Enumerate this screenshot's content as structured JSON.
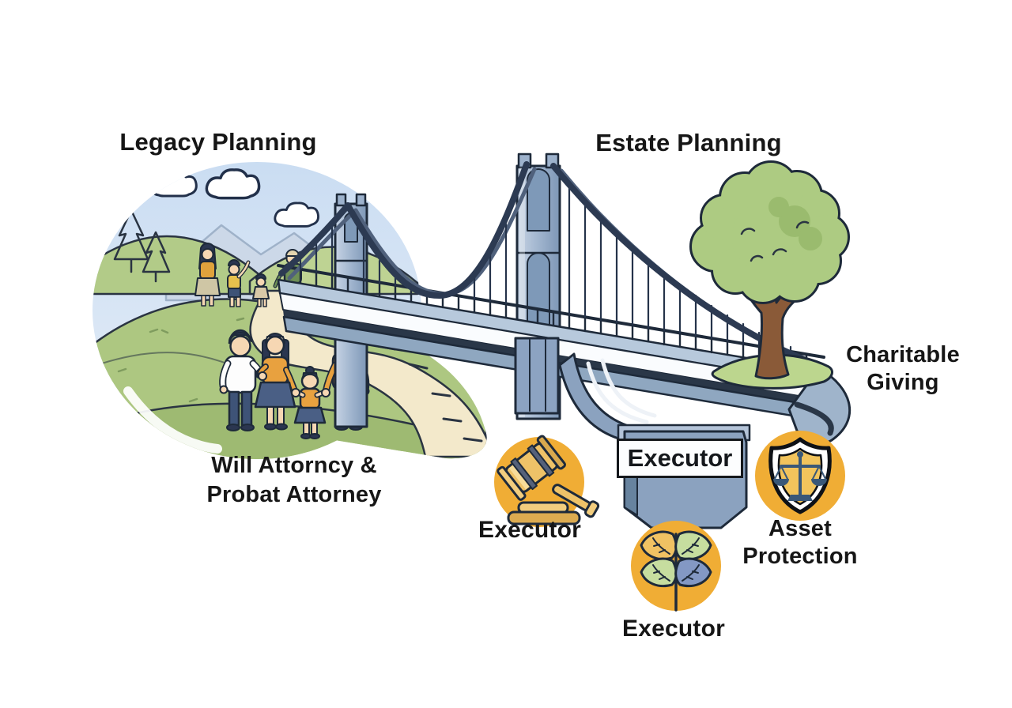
{
  "page_title": "Legacy Planning Bridge Illustration",
  "labels": {
    "legacy_planning": "Legacy Planning",
    "estate_planning": "Estate Planning",
    "will_attorney_line1": "Will Attorncy &",
    "will_attorney_line2": "Probat Attorney",
    "charitable_line1": "Charitable",
    "charitable_line2": "Giving",
    "executor_box": "Executor",
    "executor_gavel": "Executor",
    "executor_plant": "Executor",
    "asset_line1": "Asset",
    "asset_line2": "Protection"
  },
  "icons": {
    "gavel": "gavel-icon",
    "plant": "growth-plant-icon",
    "shield": "shield-scales-icon"
  },
  "colors": {
    "accent_circle": "#F0AD35",
    "bridge_blue": "#8CA3C2",
    "cable_navy": "#2C3A52",
    "grass_green": "#A9C47C",
    "sky_blue": "#CFE0F2",
    "trail_cream": "#F3E9CB",
    "canopy_green": "#ADCB82",
    "text_dark": "#161616"
  }
}
